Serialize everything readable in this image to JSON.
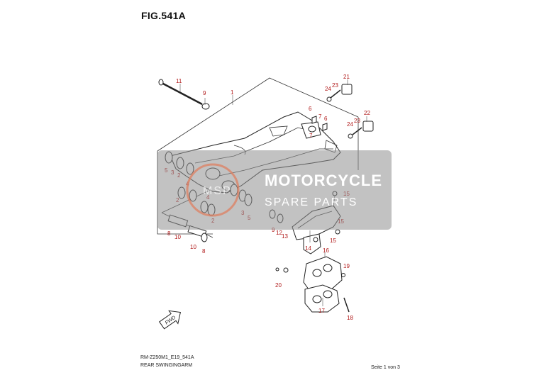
{
  "figure": {
    "title": "FIG.541A",
    "code": "RM-Z250M1_E19_541A",
    "subtitle": "REAR SWINGINGARM",
    "page_label": "Seite 1 von 3"
  },
  "watermark": {
    "line1": "MOTORCYCLE",
    "line2": "SPARE PARTS",
    "badge": "MSP"
  },
  "arrow": {
    "label": "FWD"
  },
  "callouts": [
    {
      "n": "1"
    },
    {
      "n": "2"
    },
    {
      "n": "2"
    },
    {
      "n": "2"
    },
    {
      "n": "3"
    },
    {
      "n": "3"
    },
    {
      "n": "4"
    },
    {
      "n": "4"
    },
    {
      "n": "5"
    },
    {
      "n": "5"
    },
    {
      "n": "6"
    },
    {
      "n": "6"
    },
    {
      "n": "7"
    },
    {
      "n": "7"
    },
    {
      "n": "8"
    },
    {
      "n": "8"
    },
    {
      "n": "9"
    },
    {
      "n": "9"
    },
    {
      "n": "10"
    },
    {
      "n": "10"
    },
    {
      "n": "11"
    },
    {
      "n": "12"
    },
    {
      "n": "13"
    },
    {
      "n": "14"
    },
    {
      "n": "15"
    },
    {
      "n": "15"
    },
    {
      "n": "15"
    },
    {
      "n": "16"
    },
    {
      "n": "17"
    },
    {
      "n": "18"
    },
    {
      "n": "19"
    },
    {
      "n": "20"
    },
    {
      "n": "21"
    },
    {
      "n": "22"
    },
    {
      "n": "23"
    },
    {
      "n": "23"
    },
    {
      "n": "24"
    },
    {
      "n": "24"
    }
  ]
}
